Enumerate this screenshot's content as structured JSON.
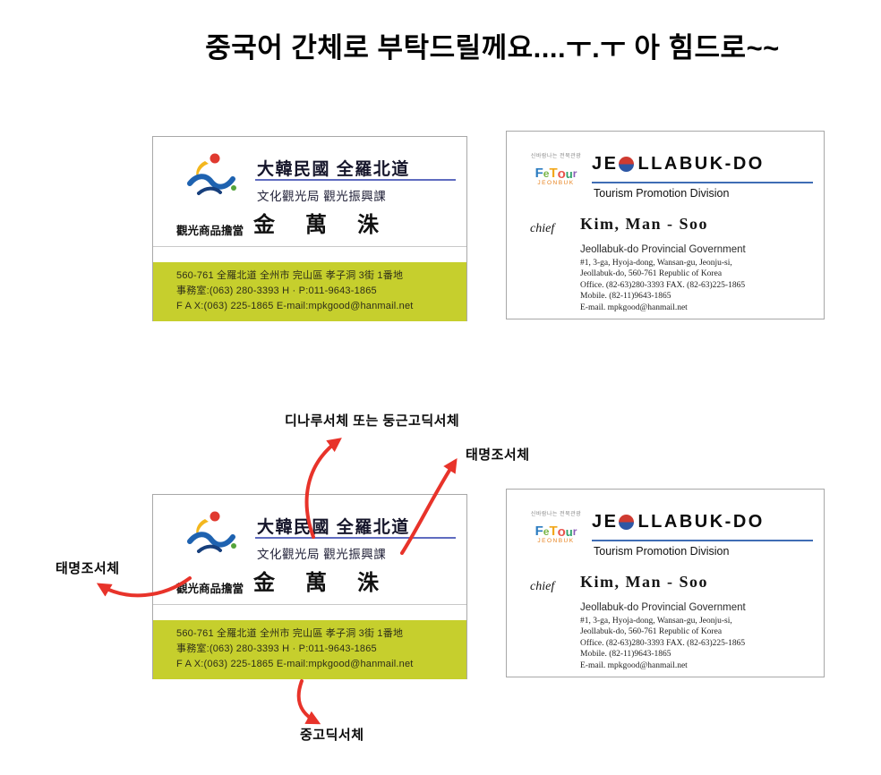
{
  "page": {
    "title": "중국어 간체로 부탁드릴께요....ㅜ.ㅜ 아 힘드로~~"
  },
  "korean_card": {
    "org_title": "大韓民國 全羅北道",
    "dept": "文化觀光局 觀光振興課",
    "role": "觀光商品擔當",
    "name": "金 萬 洙",
    "address_line": "560-761 全羅北道 全州市 完山區 孝子洞 3街 1番地",
    "phone_line": "事務室:(063) 280-3393  H · P:011-9643-1865",
    "fax_line": "F A X:(063) 225-1865  E-mail:mpkgood@hanmail.net"
  },
  "english_card": {
    "logo_tagline": "신바람나는 전북관광",
    "logo_letters": [
      "F",
      "e",
      "T",
      "o",
      "u",
      "r"
    ],
    "logo_sub": "JEONBUK",
    "brand_left": "JE",
    "brand_right": "LLABUK-DO",
    "division": "Tourism Promotion Division",
    "chief_label": "chief",
    "name": "Kim, Man - Soo",
    "org": "Jeollabuk-do Provincial Government",
    "addr1": "#1, 3-ga, Hyoja-dong, Wansan-gu, Jeonju-si,",
    "addr2": "Jeollabuk-do, 560-761  Republic of Korea",
    "addr3": "Office. (82-63)280-3393  FAX. (82-63)225-1865",
    "addr4": "Mobile. (82-11)9643-1865",
    "addr5": "E-mail. mpkgood@hanmail.net"
  },
  "annotations": {
    "top": "디나루서체 또는 둥근고딕서체",
    "right": "태명조서체",
    "left": "태명조서체",
    "bottom": "중고딕서체"
  },
  "colors": {
    "footer_green": "#c6cf2d",
    "korean_line_blue": "#5f6cc0",
    "english_line_blue": "#3f6db5",
    "arrow_red": "#e8332a",
    "taegeuk_red": "#cf3b31",
    "taegeuk_blue": "#2d57a5"
  }
}
